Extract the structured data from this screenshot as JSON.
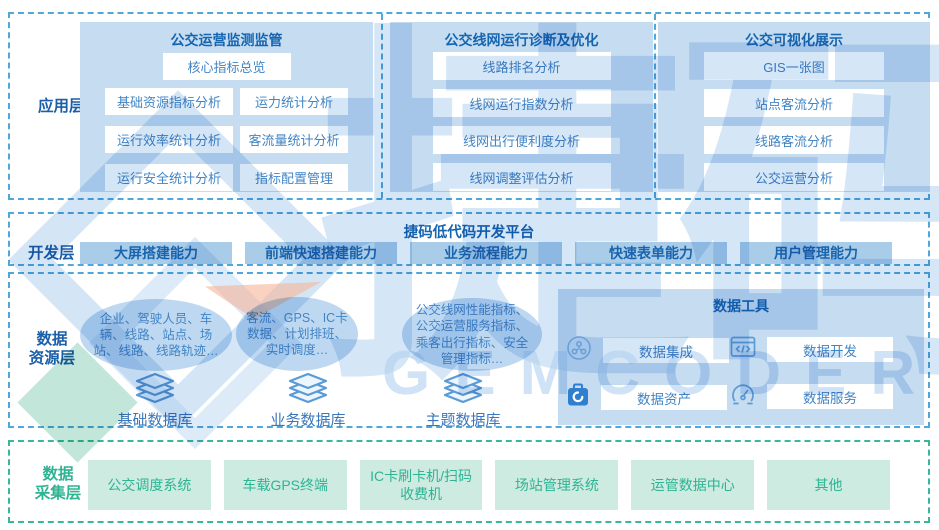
{
  "app_layer": {
    "label": "应用层",
    "panels": [
      {
        "title": "公交运营监测监管",
        "hero": "核心指标总览",
        "items": [
          "基础资源指标分析",
          "运力统计分析",
          "运行效率统计分析",
          "客流量统计分析",
          "运行安全统计分析",
          "指标配置管理"
        ]
      },
      {
        "title": "公交线网运行诊断及优化",
        "items": [
          "线路排名分析",
          "线网运行指数分析",
          "线网出行便利度分析",
          "线网调整评估分析"
        ]
      },
      {
        "title": "公交可视化展示",
        "items": [
          "GIS一张图",
          "站点客流分析",
          "线路客流分析",
          "公交运营分析"
        ]
      }
    ]
  },
  "dev_layer": {
    "label": "开发层",
    "title": "捷码低代码开发平台",
    "capabilities": [
      "大屏搭建能力",
      "前端快速搭建能力",
      "业务流程能力",
      "快速表单能力",
      "用户管理能力"
    ]
  },
  "data_layer": {
    "label_lines": [
      "数据",
      "资源层"
    ],
    "databases": [
      {
        "desc": "企业、驾驶人员、车辆、线路、站点、场站、线路、线路轨迹…",
        "name": "基础数据库",
        "icon": "database-layers-icon"
      },
      {
        "desc": "客流、GPS、IC卡数据、计划排班、实时调度…",
        "name": "业务数据库",
        "icon": "database-layers-icon"
      },
      {
        "desc": "公交线网性能指标、公交运营服务指标、乘客出行指标、安全管理指标…",
        "name": "主题数据库",
        "icon": "database-layers-icon"
      }
    ],
    "tools": {
      "title": "数据工具",
      "items": [
        {
          "label": "数据集成",
          "icon": "data-integration-icon"
        },
        {
          "label": "数据开发",
          "icon": "data-development-icon"
        },
        {
          "label": "数据资产",
          "icon": "data-asset-icon"
        },
        {
          "label": "数据服务",
          "icon": "data-service-icon"
        }
      ]
    }
  },
  "collect_layer": {
    "label_lines": [
      "数据",
      "采集层"
    ],
    "sources": [
      "公交调度系统",
      "车载GPS终端",
      "IC卡刷卡机/扫码收费机",
      "场站管理系统",
      "运管数据中心",
      "其他"
    ]
  },
  "watermark": {
    "cn": "捷码",
    "en": "GEMCODER"
  },
  "colors": {
    "accent_blue": "#1565b0",
    "box_text_blue": "#4285c5",
    "panel_blue": "#c6dcf1",
    "capability_blue": "#a9cce9",
    "dashed_blue": "#4fa8dc",
    "accent_teal": "#2eb393",
    "teal_box": "#cdebe0",
    "dashed_teal": "#38b79b"
  }
}
